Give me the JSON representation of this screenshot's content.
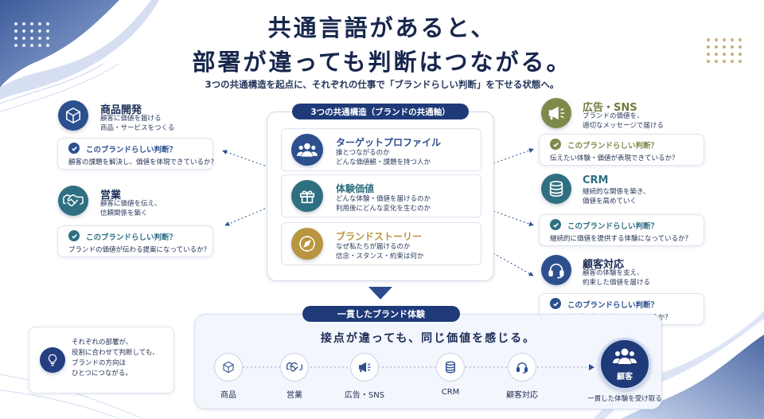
{
  "title": {
    "line1": "共通言語があると、",
    "line2": "部署が違っても判断はつながる。",
    "subtitle": "3つの共通構造を起点に、それぞれの仕事で「ブランドらしい判断」を下せる状態へ。"
  },
  "center": {
    "header": "3つの共通構造（ブランドの共通軸）",
    "pillars": [
      {
        "name": "ターゲットプロファイル",
        "desc1": "誰とつながるのか",
        "desc2": "どんな価値観・課題を持つ人か",
        "icon": "people-icon",
        "color": "#2c4f8e"
      },
      {
        "name": "体験価値",
        "desc1": "どんな体験・価値を届けるのか",
        "desc2": "利用後にどんな変化を生むのか",
        "icon": "gift-icon",
        "color": "#2f6f82"
      },
      {
        "name": "ブランドストーリー",
        "desc1": "なぜ私たちが届けるのか",
        "desc2": "信念・スタンス・約束は何か",
        "icon": "compass-icon",
        "color": "#b8953f"
      }
    ]
  },
  "left": [
    {
      "name": "商品開発",
      "desc1": "顧客に価値を届ける",
      "desc2": "商品・サービスをつくる",
      "icon": "box-icon",
      "color": "#2c4f8e",
      "q_title": "このブランドらしい判断？",
      "q_text": "顧客の課題を解決し、価値を体現できているか？"
    },
    {
      "name": "営業",
      "desc1": "顧客に価値を伝え、",
      "desc2": "信頼関係を築く",
      "icon": "handshake-icon",
      "color": "#2f6f82",
      "q_title": "このブランドらしい判断？",
      "q_text": "ブランドの価値が伝わる提案になっているか？"
    }
  ],
  "right": [
    {
      "name": "広告・SNS",
      "desc1": "ブランドの価値を、",
      "desc2": "適切なメッセージで届ける",
      "icon": "megaphone-icon",
      "color": "#7d8a4a",
      "name_color": "#6f7d3e",
      "q_title": "このブランドらしい判断？",
      "q_text": "伝えたい体験・価値が表現できているか？"
    },
    {
      "name": "CRM",
      "desc1": "継続的な関係を築き、",
      "desc2": "価値を高めていく",
      "icon": "database-icon",
      "color": "#2f6f82",
      "name_color": "#2f6f82",
      "q_title": "このブランドらしい判断？",
      "q_text": "継続的に価値を提供する体験になっているか？"
    },
    {
      "name": "顧客対応",
      "desc1": "顧客の体験を支え、",
      "desc2": "約束した価値を届ける",
      "icon": "headset-icon",
      "color": "#2c4f8e",
      "name_color": "#1b2b55",
      "q_title": "このブランドらしい判断？",
      "q_text": "安心・共感を生む対応になっているか？"
    }
  ],
  "note": {
    "lines": [
      "それぞれの部署が、",
      "役割に合わせて判断しても、",
      "ブランドの方向は",
      "ひとつにつながる。"
    ],
    "icon": "lightbulb-icon"
  },
  "journey": {
    "header": "一貫したブランド体験",
    "tagline": "接点が違っても、同じ価値を感じる。",
    "steps": [
      {
        "label": "商品",
        "icon": "box-icon"
      },
      {
        "label": "営業",
        "icon": "handshake-icon"
      },
      {
        "label": "広告・SNS",
        "icon": "megaphone-icon"
      },
      {
        "label": "CRM",
        "icon": "database-icon"
      },
      {
        "label": "顧客対応",
        "icon": "headset-icon"
      }
    ],
    "customer": {
      "label": "顧客",
      "caption": "一貫した体験を受け取る",
      "icon": "people-icon"
    }
  },
  "colors": {
    "navy": "#1f3a78",
    "teal": "#2f6f82",
    "gold": "#b8953f",
    "olive": "#7d8a4a"
  }
}
